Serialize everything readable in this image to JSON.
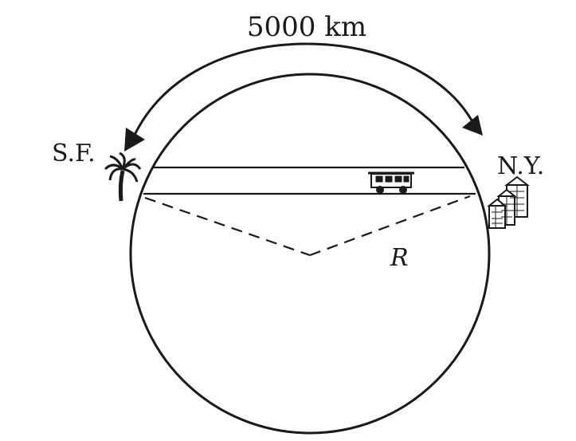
{
  "labels": {
    "distance": "5000 km",
    "left_city": "S.F.",
    "right_city": "N.Y.",
    "radius": "R"
  },
  "icons": {
    "left_city_icon": "palm-tree-icon",
    "right_city_icon": "city-buildings-icon",
    "vehicle_icon": "train-car-icon"
  },
  "colors": {
    "ink": "#1a1a1a",
    "background": "#ffffff"
  }
}
